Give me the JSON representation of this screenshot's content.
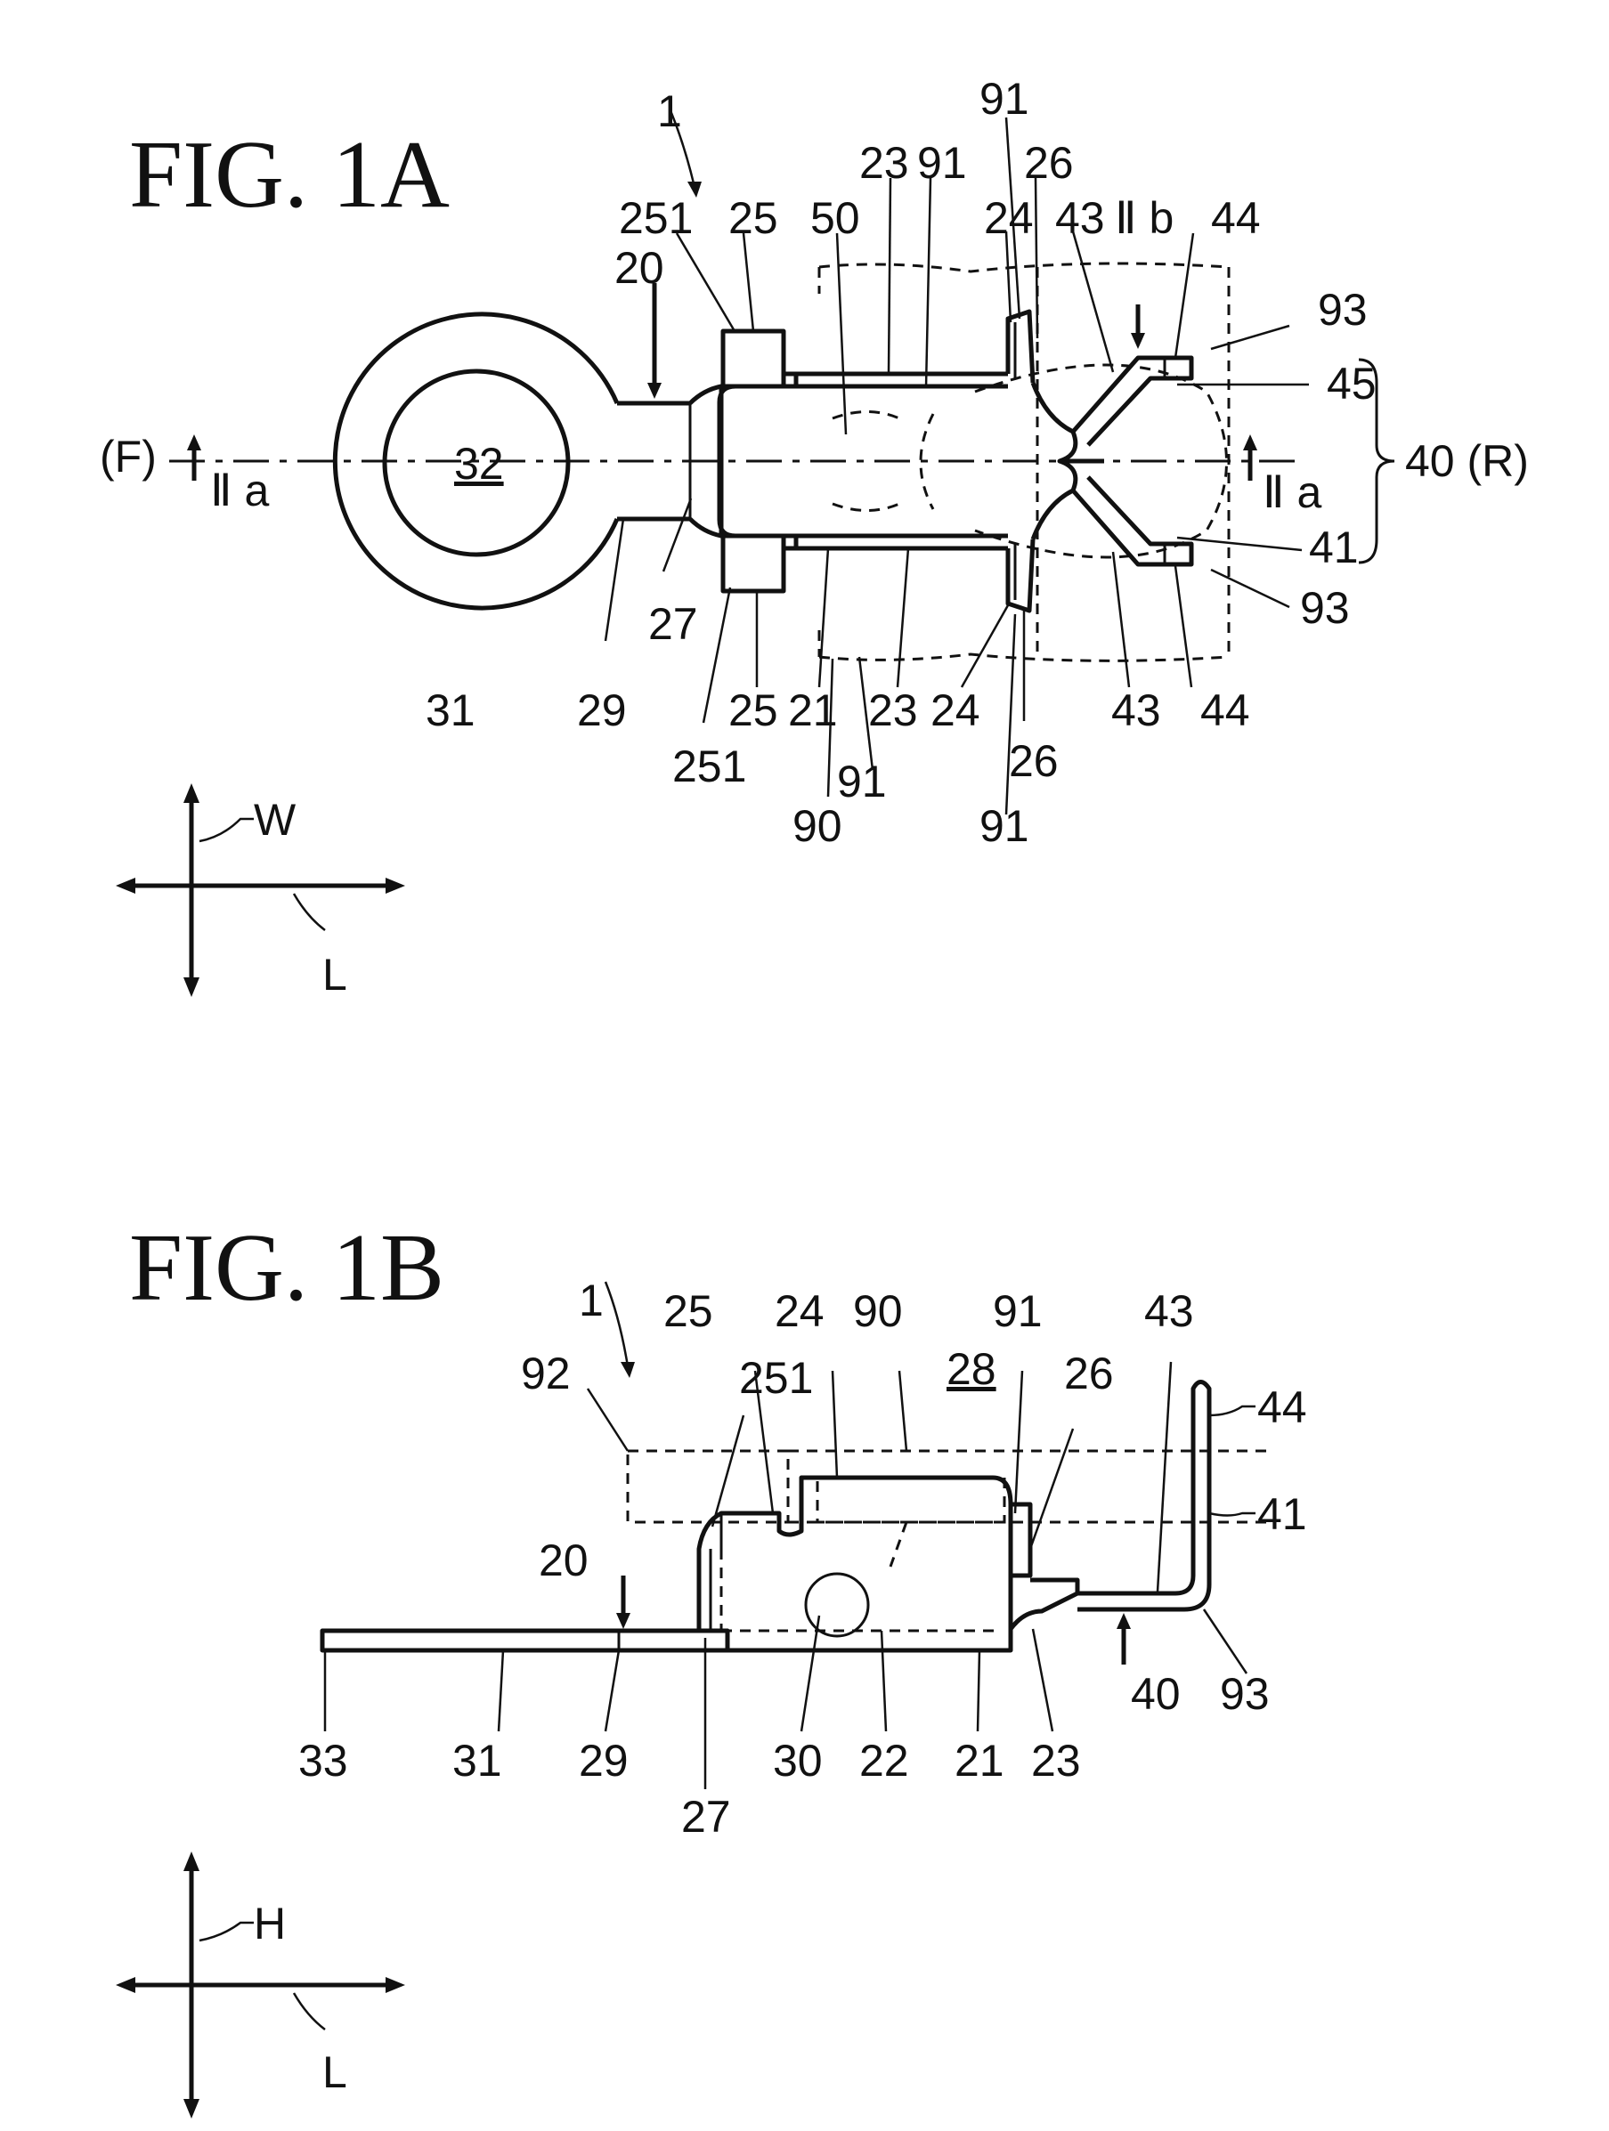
{
  "figure_a": {
    "title": "FIG. 1A",
    "labels": [
      {
        "id": "a-1",
        "text": "1"
      },
      {
        "id": "a-251-top",
        "text": "251"
      },
      {
        "id": "a-25-top",
        "text": "25"
      },
      {
        "id": "a-50",
        "text": "50"
      },
      {
        "id": "a-23-top",
        "text": "23"
      },
      {
        "id": "a-91-top",
        "text": "91"
      },
      {
        "id": "a-91-top2",
        "text": "91"
      },
      {
        "id": "a-26-top",
        "text": "26"
      },
      {
        "id": "a-24-top",
        "text": "24"
      },
      {
        "id": "a-43-top",
        "text": "43"
      },
      {
        "id": "a-IIb",
        "text": "Ⅱ b"
      },
      {
        "id": "a-44-top",
        "text": "44"
      },
      {
        "id": "a-93-top",
        "text": "93"
      },
      {
        "id": "a-45",
        "text": "45"
      },
      {
        "id": "a-40R",
        "text": "40 (R)"
      },
      {
        "id": "a-IIa-right",
        "text": "Ⅱ a"
      },
      {
        "id": "a-41",
        "text": "41"
      },
      {
        "id": "a-93-bot",
        "text": "93"
      },
      {
        "id": "a-20",
        "text": "20"
      },
      {
        "id": "a-F",
        "text": "(F)"
      },
      {
        "id": "a-IIa-left",
        "text": "Ⅱ a"
      },
      {
        "id": "a-32",
        "text": "32"
      },
      {
        "id": "a-27",
        "text": "27"
      },
      {
        "id": "a-31",
        "text": "31"
      },
      {
        "id": "a-29",
        "text": "29"
      },
      {
        "id": "a-251-bot",
        "text": "251"
      },
      {
        "id": "a-25-bot",
        "text": "25"
      },
      {
        "id": "a-21",
        "text": "21"
      },
      {
        "id": "a-23-bot",
        "text": "23"
      },
      {
        "id": "a-24-bot",
        "text": "24"
      },
      {
        "id": "a-26-bot",
        "text": "26"
      },
      {
        "id": "a-43-bot",
        "text": "43"
      },
      {
        "id": "a-44-bot",
        "text": "44"
      },
      {
        "id": "a-91-bot",
        "text": "91"
      },
      {
        "id": "a-90",
        "text": "90"
      },
      {
        "id": "a-91-bot2",
        "text": "91"
      }
    ],
    "axes": {
      "vertical": "W",
      "horizontal": "L"
    }
  },
  "figure_b": {
    "title": "FIG. 1B",
    "labels": [
      {
        "id": "b-1",
        "text": "1"
      },
      {
        "id": "b-92",
        "text": "92"
      },
      {
        "id": "b-25",
        "text": "25"
      },
      {
        "id": "b-251",
        "text": "251"
      },
      {
        "id": "b-24",
        "text": "24"
      },
      {
        "id": "b-90",
        "text": "90"
      },
      {
        "id": "b-28",
        "text": "28"
      },
      {
        "id": "b-91",
        "text": "91"
      },
      {
        "id": "b-26",
        "text": "26"
      },
      {
        "id": "b-43",
        "text": "43"
      },
      {
        "id": "b-44",
        "text": "44"
      },
      {
        "id": "b-41",
        "text": "41"
      },
      {
        "id": "b-20",
        "text": "20"
      },
      {
        "id": "b-40",
        "text": "40"
      },
      {
        "id": "b-93",
        "text": "93"
      },
      {
        "id": "b-33",
        "text": "33"
      },
      {
        "id": "b-31",
        "text": "31"
      },
      {
        "id": "b-29",
        "text": "29"
      },
      {
        "id": "b-27",
        "text": "27"
      },
      {
        "id": "b-30",
        "text": "30"
      },
      {
        "id": "b-22",
        "text": "22"
      },
      {
        "id": "b-21",
        "text": "21"
      },
      {
        "id": "b-23",
        "text": "23"
      }
    ],
    "axes": {
      "vertical": "H",
      "horizontal": "L"
    }
  }
}
